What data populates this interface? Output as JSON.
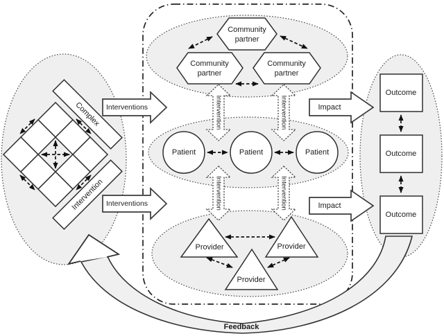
{
  "colors": {
    "cluster_fill": "#efefef",
    "shape_stroke": "#2f2f2f",
    "connector": "#111111",
    "background": "#ffffff"
  },
  "labels": {
    "complex_bar": "Complex",
    "intervention_bar": "Intervention",
    "interventions_arrow": "Interventions",
    "impact_arrow": "Impact",
    "intervention_vertical": "Intervention",
    "community_line1": "Community",
    "community_line2": "partner",
    "patient": "Patient",
    "provider": "Provider",
    "outcome": "Outcome",
    "feedback": "Feedback"
  }
}
